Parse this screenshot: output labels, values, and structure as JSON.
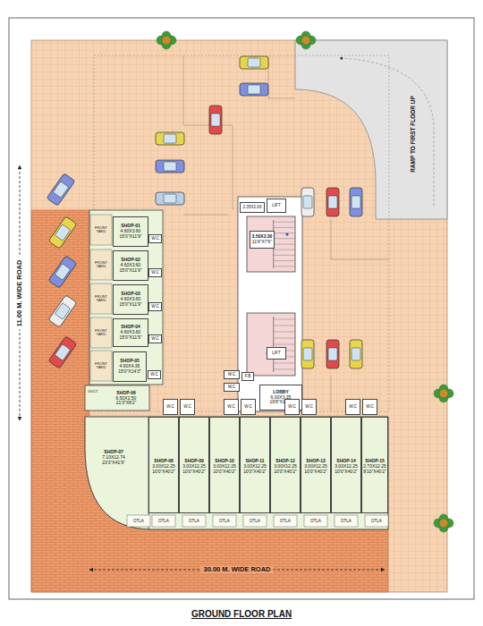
{
  "diagram": {
    "title": "GROUND FLOOR PLAN",
    "nodes": [
      {
        "text": [
          "2.35X2.00"
        ]
      },
      {
        "text": [
          "LIFT"
        ]
      },
      {
        "text": [
          "3.50X2.30",
          "11'6\"X7'6\""
        ]
      },
      {
        "text": [
          "SHOP-01",
          "4.60X3.60",
          "15'0\"X11'9\""
        ]
      },
      {
        "text": [
          "SHOP-02",
          "4.60X3.60",
          "15'0\"X11'9\""
        ]
      },
      {
        "text": [
          "SHOP-03",
          "4.60X3.60",
          "15'0\"X11'9\""
        ]
      },
      {
        "text": [
          "SHOP-04",
          "4.60X3.60",
          "15'0\"X11'9\""
        ]
      },
      {
        "text": [
          "SHOP-05",
          "4.60X4.35",
          "15'0\"X14'3\""
        ]
      },
      {
        "text": [
          "W.C"
        ]
      },
      {
        "text": [
          "W.C"
        ]
      },
      {
        "text": [
          "W.C"
        ]
      },
      {
        "text": [
          "W.C"
        ]
      },
      {
        "text": [
          "W.C"
        ]
      },
      {
        "text": [
          "LIFT"
        ]
      },
      {
        "text": [
          "F.B"
        ]
      },
      {
        "text": [
          "W.C"
        ]
      },
      {
        "text": [
          "W.C"
        ]
      },
      {
        "text": [
          "LOBBY",
          "6.00X3.35",
          "19'8\"X11'0\""
        ]
      },
      {
        "text": [
          "SHOP-06",
          "6.50X2.50",
          "21'3\"X8'2\""
        ]
      },
      {
        "text": [
          "SHOP-07",
          "7.10X12.74",
          "23'3\"X41'9\""
        ]
      },
      {
        "text": [
          "SHOP-08",
          "3.00X12.25",
          "10'0\"X40'2\""
        ]
      },
      {
        "text": [
          "SHOP-09",
          "3.00X12.25",
          "10'0\"X40'2\""
        ]
      },
      {
        "text": [
          "SHOP-10",
          "3.00X12.25",
          "10'0\"X40'2\""
        ]
      },
      {
        "text": [
          "SHOP-11",
          "3.00X12.25",
          "10'0\"X40'2\""
        ]
      },
      {
        "text": [
          "SHOP-12",
          "3.00X12.25",
          "10'0\"X40'2\""
        ]
      },
      {
        "text": [
          "SHOP-13",
          "3.00X12.25",
          "10'0\"X40'2\""
        ]
      },
      {
        "text": [
          "SHOP-14",
          "3.00X12.25",
          "10'0\"X40'2\""
        ]
      },
      {
        "text": [
          "SHOP-15",
          "2.70X12.25",
          "8'10\"X40'2\""
        ]
      },
      {
        "text": [
          "W.C"
        ]
      },
      {
        "text": [
          "W.C"
        ]
      },
      {
        "text": [
          "W.C"
        ]
      },
      {
        "text": [
          "W.C"
        ]
      },
      {
        "text": [
          "W.C"
        ]
      },
      {
        "text": [
          "W.C"
        ]
      },
      {
        "text": [
          "W.C"
        ]
      },
      {
        "text": [
          "W.C"
        ]
      }
    ],
    "labels": [
      "11.00 M. WIDE ROAD",
      "30.00 M. WIDE ROAD",
      "RAMP TO FIRST FLOOR UP",
      "DUCT",
      "FRONT YARD",
      "FRONT YARD",
      "FRONT YARD",
      "FRONT YARD",
      "FRONT YARD",
      "OTLA",
      "OTLA",
      "OTLA",
      "OTLA",
      "OTLA",
      "OTLA",
      "OTLA",
      "OTLA",
      "OTLA"
    ]
  }
}
